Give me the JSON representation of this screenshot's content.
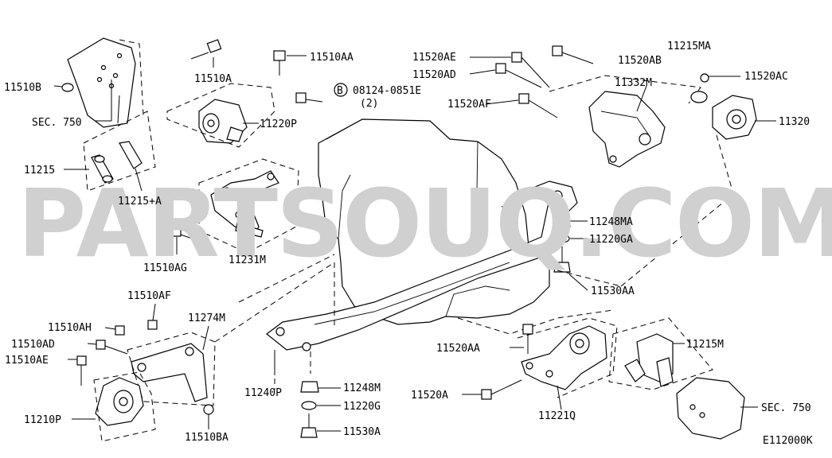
{
  "diagram": {
    "watermark": "PARTSOUQ.COM",
    "figure_code": "E112000K",
    "labels": {
      "p11510B": "11510B",
      "p11510A": "11510A",
      "p11510AA": "11510AA",
      "sec750_top": "SEC. 750",
      "p11220P": "11220P",
      "p11215": "11215",
      "p11215A": "11215+A",
      "ref08124": "08124-0851E",
      "ref08124_qty": "(2)",
      "ref_circle": "B",
      "p11520AE": "11520AE",
      "p11520AD": "11520AD",
      "p11520AF": "11520AF",
      "p11520AB": "11520AB",
      "p11332M": "11332M",
      "p11215MA": "11215MA",
      "p11520AC": "11520AC",
      "p11320": "11320",
      "p11248MA": "11248MA",
      "p11220GA": "11220GA",
      "p11530AA": "11530AA",
      "p11510AG": "11510AG",
      "p11231M": "11231M",
      "p11510AF": "11510AF",
      "p11510AH": "11510AH",
      "p11274M": "11274M",
      "p11510AD": "11510AD",
      "p11510AE": "11510AE",
      "p11520AA": "11520AA",
      "p11215M": "11215M",
      "p11240P": "11240P",
      "p11248M": "11248M",
      "p11220G": "11220G",
      "p11530A": "11530A",
      "p11520A": "11520A",
      "p11221Q": "11221Q",
      "sec750_bottom": "SEC. 750",
      "p11210P": "11210P",
      "p11510BA": "11510BA"
    }
  }
}
